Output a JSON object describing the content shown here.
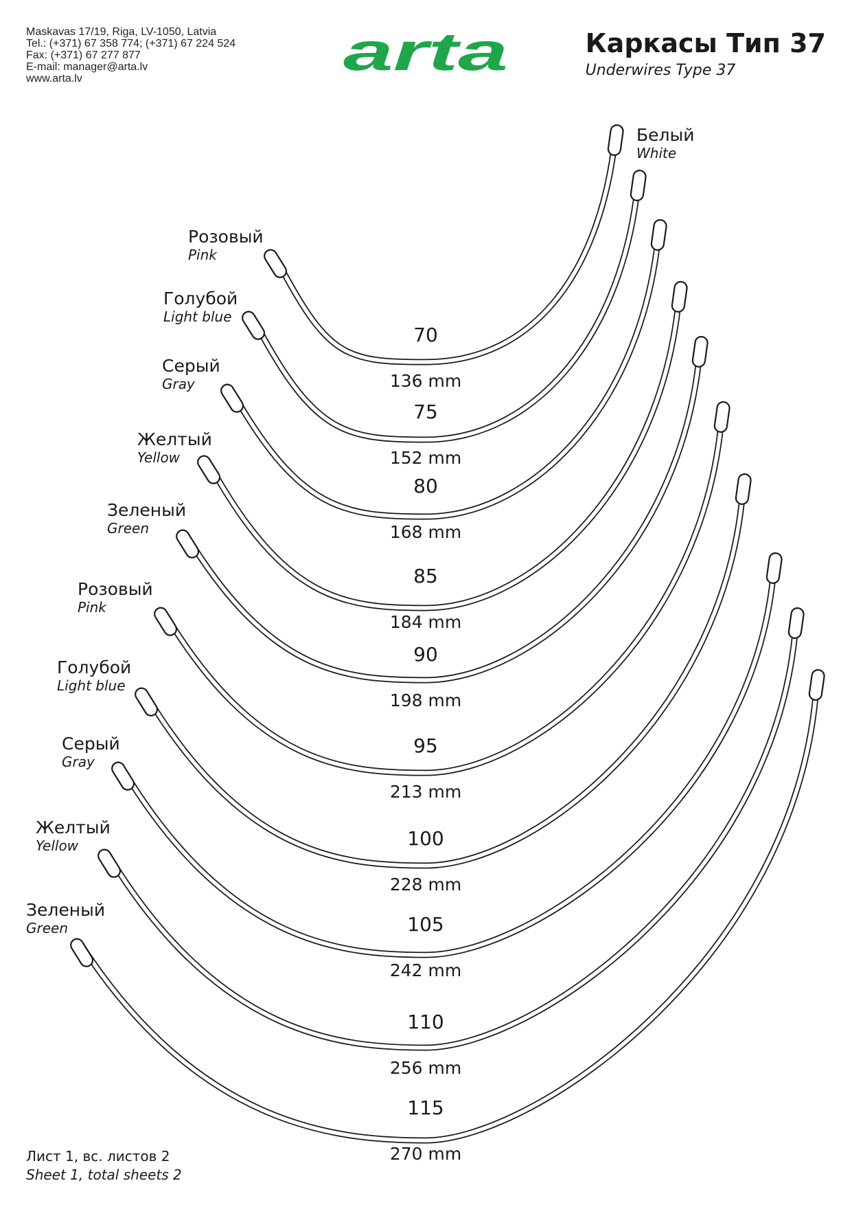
{
  "contact": {
    "address": "Maskavas 17/19, Riga, LV-1050, Latvia",
    "tel": "Tel.: (+371) 67 358 774; (+371) 67 224 524",
    "fax": "Fax: (+371) 67 277 877",
    "email": "E-mail: manager@arta.lv",
    "web": "www.arta.lv"
  },
  "logo": {
    "text": "arta",
    "color": "#1fa64a"
  },
  "title": {
    "ru": "Каркасы Тип 37",
    "en": "Underwires Type 37"
  },
  "wires": [
    {
      "size": "70",
      "length": "136 mm",
      "color_ru": "Белый",
      "color_en": "White"
    },
    {
      "size": "75",
      "length": "152 mm",
      "color_ru": "Розовый",
      "color_en": "Pink"
    },
    {
      "size": "80",
      "length": "168 mm",
      "color_ru": "Голубой",
      "color_en": "Light blue"
    },
    {
      "size": "85",
      "length": "184 mm",
      "color_ru": "Серый",
      "color_en": "Gray"
    },
    {
      "size": "90",
      "length": "198 mm",
      "color_ru": "Желтый",
      "color_en": "Yellow"
    },
    {
      "size": "95",
      "length": "213 mm",
      "color_ru": "Зеленый",
      "color_en": "Green"
    },
    {
      "size": "100",
      "length": "228 mm",
      "color_ru": "Розовый",
      "color_en": "Pink"
    },
    {
      "size": "105",
      "length": "242 mm",
      "color_ru": "Голубой",
      "color_en": "Light blue"
    },
    {
      "size": "110",
      "length": "256 mm",
      "color_ru": "Серый",
      "color_en": "Gray"
    },
    {
      "size": "115",
      "length": "270 mm",
      "color_ru": "Желтый",
      "color_en": "Yellow"
    },
    {
      "size": "",
      "length": "",
      "color_ru": "Зеленый",
      "color_en": "Green"
    }
  ],
  "footer": {
    "ru": "Лист 1, вс. листов 2",
    "en": "Sheet 1, total sheets 2"
  }
}
